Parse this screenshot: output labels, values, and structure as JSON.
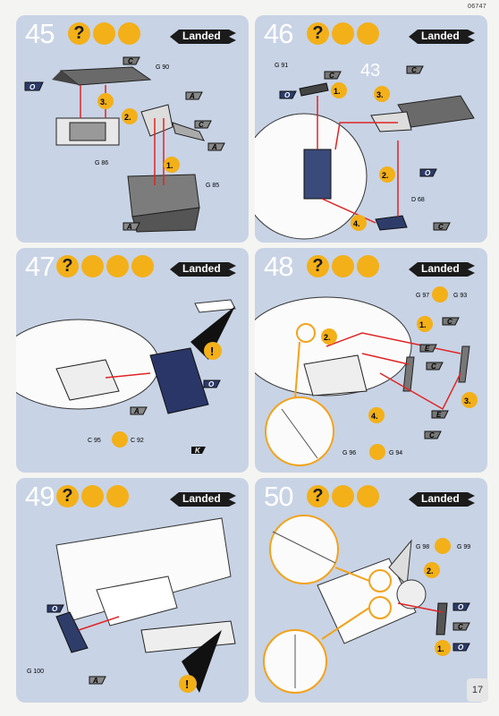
{
  "page_code": "06747",
  "page_number": "17",
  "landed_label": "Landed",
  "panels": [
    {
      "step": "45",
      "parts": [
        "G 90",
        "G 86",
        "G 85"
      ],
      "substeps": [
        "1.",
        "2.",
        "3."
      ],
      "colors": [
        "C",
        "O",
        "A",
        "C",
        "A",
        "A"
      ]
    },
    {
      "step": "46",
      "parts": [
        "G 91",
        "D 68"
      ],
      "ref": "43",
      "substeps": [
        "1.",
        "2.",
        "3.",
        "4."
      ],
      "colors": [
        "C",
        "O",
        "C",
        "O",
        "C"
      ]
    },
    {
      "step": "47",
      "parts": [
        "C 95",
        "C 92"
      ],
      "colors": [
        "O",
        "A",
        "K"
      ]
    },
    {
      "step": "48",
      "parts": [
        "G 97",
        "G 93",
        "G 96",
        "G 94"
      ],
      "substeps": [
        "1.",
        "2.",
        "3.",
        "4."
      ],
      "colors": [
        "C",
        "E",
        "C",
        "E",
        "C"
      ]
    },
    {
      "step": "49",
      "parts": [
        "G 100"
      ],
      "colors": [
        "O",
        "A"
      ]
    },
    {
      "step": "50",
      "parts": [
        "G 98",
        "G 99"
      ],
      "substeps": [
        "1.",
        "2."
      ],
      "colors": [
        "O",
        "C",
        "O"
      ]
    }
  ]
}
